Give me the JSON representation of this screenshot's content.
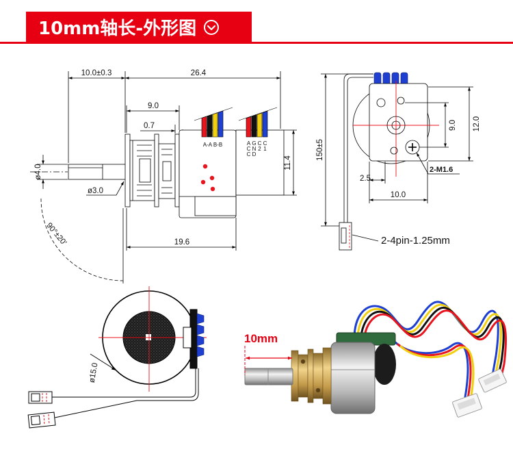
{
  "header": {
    "title": "10mm轴长-外形图",
    "icon": "circle-chevron-down-icon",
    "accent_color": "#e60012"
  },
  "side_view": {
    "shaft_length": "10.0±0.3",
    "overall_length": "26.4",
    "gearbox_length": "9.0",
    "plate_gap": "0.7",
    "shaft_diameter": "ø4.0",
    "flat_diameter": "ø3.0",
    "body_height": "11.4",
    "body_length": "19.6",
    "lead_angle": "90°±20'",
    "left_wire_label": "A-A B-B",
    "right_wire_labels": [
      [
        "A",
        "C",
        "C"
      ],
      [
        "G",
        "N",
        "D"
      ],
      [
        "C",
        "2"
      ],
      [
        "C",
        "1"
      ]
    ],
    "wire_colors": [
      "#e8141e",
      "#111111",
      "#f0d010",
      "#1e3fcf"
    ]
  },
  "end_view": {
    "lead_length": "150±5",
    "hole_spacing": "9.0",
    "plate_height": "12.0",
    "screw_spec": "2-M1.6",
    "offset": "2.5",
    "plate_width": "10.0",
    "connector_spec": "2-4pin-1.25mm"
  },
  "rear_view": {
    "outer_diameter": "ø15.0"
  },
  "photo": {
    "shaft_label": "10mm",
    "label_color": "#e60012"
  }
}
